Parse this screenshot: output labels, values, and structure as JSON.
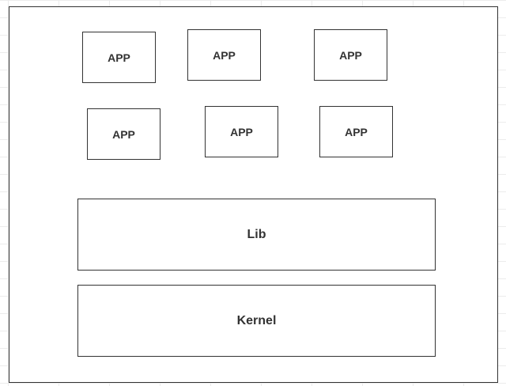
{
  "diagram": {
    "apps": [
      {
        "label": "APP"
      },
      {
        "label": "APP"
      },
      {
        "label": "APP"
      },
      {
        "label": "APP"
      },
      {
        "label": "APP"
      },
      {
        "label": "APP"
      }
    ],
    "lib_label": "Lib",
    "kernel_label": "Kernel"
  },
  "colors": {
    "border": "#333333",
    "text": "#333333",
    "background": "#ffffff"
  }
}
